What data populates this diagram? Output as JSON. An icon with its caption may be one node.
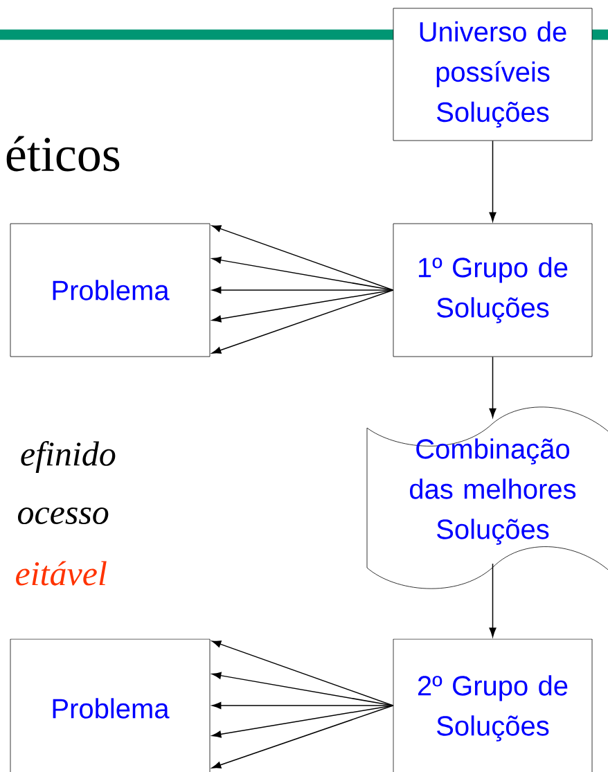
{
  "diagram": {
    "nodes": [
      {
        "text": [
          "Universo de possíveis Soluções"
        ]
      },
      {
        "text": [
          "Problema"
        ]
      },
      {
        "text": [
          "1º Grupo de Soluções"
        ]
      },
      {
        "text": [
          "Combinação das melhores Soluções"
        ]
      },
      {
        "text": [
          "Problema"
        ]
      },
      {
        "text": [
          "2º Grupo de Soluções"
        ]
      }
    ],
    "edges": [
      {
        "from": 0,
        "to": 2,
        "arrow": "to"
      },
      {
        "from": 2,
        "to": 1,
        "arrow": "to"
      },
      {
        "from": 2,
        "to": 1,
        "arrow": "to"
      },
      {
        "from": 2,
        "to": 1,
        "arrow": "to"
      },
      {
        "from": 2,
        "to": 1,
        "arrow": "to"
      },
      {
        "from": 2,
        "to": 1,
        "arrow": "to"
      },
      {
        "from": 2,
        "to": 3,
        "arrow": "to"
      },
      {
        "from": 3,
        "to": 5,
        "arrow": "to"
      },
      {
        "from": 5,
        "to": 4,
        "arrow": "to"
      },
      {
        "from": 5,
        "to": 4,
        "arrow": "to"
      },
      {
        "from": 5,
        "to": 4,
        "arrow": "to"
      },
      {
        "from": 5,
        "to": 4,
        "arrow": "to"
      },
      {
        "from": 5,
        "to": 4,
        "arrow": "to"
      }
    ],
    "labels": [
      "éticos",
      "efinido",
      "ocesso",
      "eitável"
    ]
  }
}
